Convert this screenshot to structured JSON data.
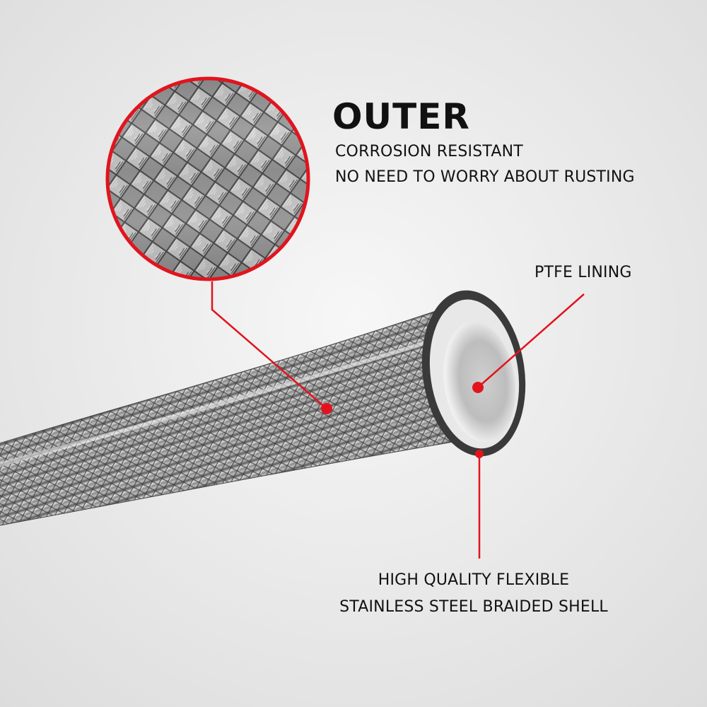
{
  "callouts": {
    "outer_title": "OUTER",
    "outer_line1": "CORROSION RESISTANT",
    "outer_line2": "NO NEED TO WORRY ABOUT RUSTING",
    "lining": "PTFE LINING",
    "shell_line1": "HIGH QUALITY FLEXIBLE",
    "shell_line2": "STAINLESS STEEL BRAIDED SHELL"
  },
  "colors": {
    "accent": "#e1141e",
    "background": "#ececec",
    "steel": "#9a9a9a",
    "lining": "#dcdcdc"
  }
}
